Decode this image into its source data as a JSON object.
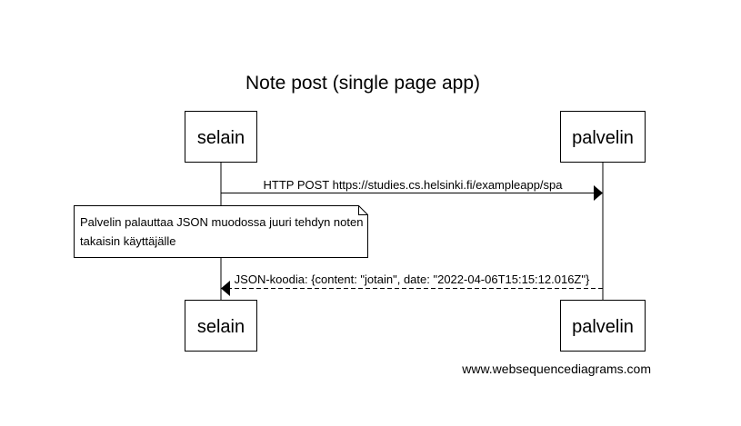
{
  "title": "Note post (single page app)",
  "participants": {
    "browser": "selain",
    "server": "palvelin"
  },
  "messages": [
    {
      "text": "HTTP POST https://studies.cs.helsinki.fi/exampleapp/spa",
      "style": "solid"
    },
    {
      "text": "JSON-koodia: {content: \"jotain\", date: \"2022-04-06T15:15:12.016Z\"}",
      "style": "dashed"
    }
  ],
  "note": {
    "lines": [
      "Palvelin palauttaa JSON muodossa juuri tehdyn noten",
      "takaisin käyttäjälle"
    ]
  },
  "watermark": "www.websequencediagrams.com"
}
